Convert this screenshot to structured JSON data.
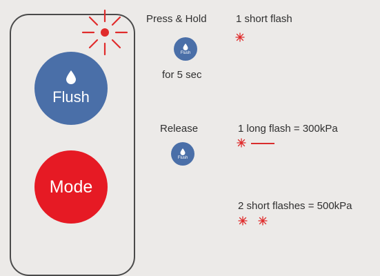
{
  "remote": {
    "flush_label": "Flush",
    "mode_label": "Mode",
    "flash_indicator_color": "#e02b2b",
    "flush_color": "#4a6fa8",
    "mode_color": "#e61a24"
  },
  "steps": [
    {
      "action": "Press & Hold",
      "duration": "for 5 sec",
      "button_label": "Flush",
      "result": "1 short flash"
    },
    {
      "action": "Release",
      "button_label": "Flush",
      "result": "1 long flash = 300kPa"
    },
    {
      "result": "2 short flashes = 500kPa"
    }
  ]
}
